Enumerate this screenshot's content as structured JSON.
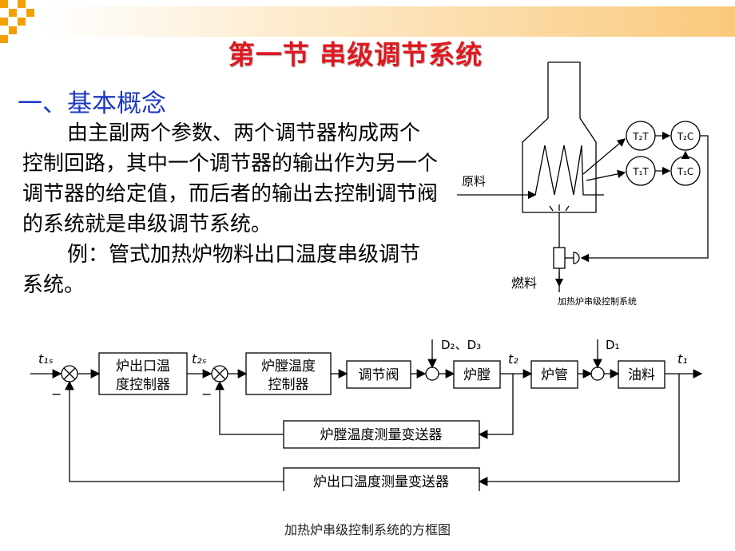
{
  "slide": {
    "title": "第一节  串级调节系统",
    "heading": "一、基本概念",
    "paragraph1": "由主副两个参数、两个调节器构成两个控制回路，其中一个调节器的输出作为另一个调节器的给定值，而后者的输出去控制调节阀的系统就是串级调节系统。",
    "paragraph2": "例：管式加热炉物料出口温度串级调节系统。",
    "colors": {
      "title": "#e0181f",
      "heading": "#1d39c4",
      "accent": "#f2a000"
    }
  },
  "furnace_diagram": {
    "raw_material": "原料",
    "fuel": "燃料",
    "t2t": "T₂T",
    "t2c": "T₂C",
    "t1t": "T₁T",
    "t1c": "T₁C",
    "caption": "加热炉串级控制系统"
  },
  "block_diagram": {
    "t1s": "t₁ₛ",
    "t2s": "t₂ₛ",
    "t2": "t₂",
    "t1": "t₁",
    "d2d3": "D₂、D₃",
    "d1": "D₁",
    "minus1": "−",
    "minus2": "−",
    "outer_controller_l1": "炉出口温",
    "outer_controller_l2": "度控制器",
    "inner_controller_l1": "炉膛温度",
    "inner_controller_l2": "控制器",
    "valve": "调节阀",
    "chamber": "炉膛",
    "tube": "炉管",
    "oil": "油料",
    "inner_transmitter": "炉膛温度测量变送器",
    "outer_transmitter": "炉出口温度测量变送器",
    "caption": "加热炉串级控制系统的方框图"
  }
}
